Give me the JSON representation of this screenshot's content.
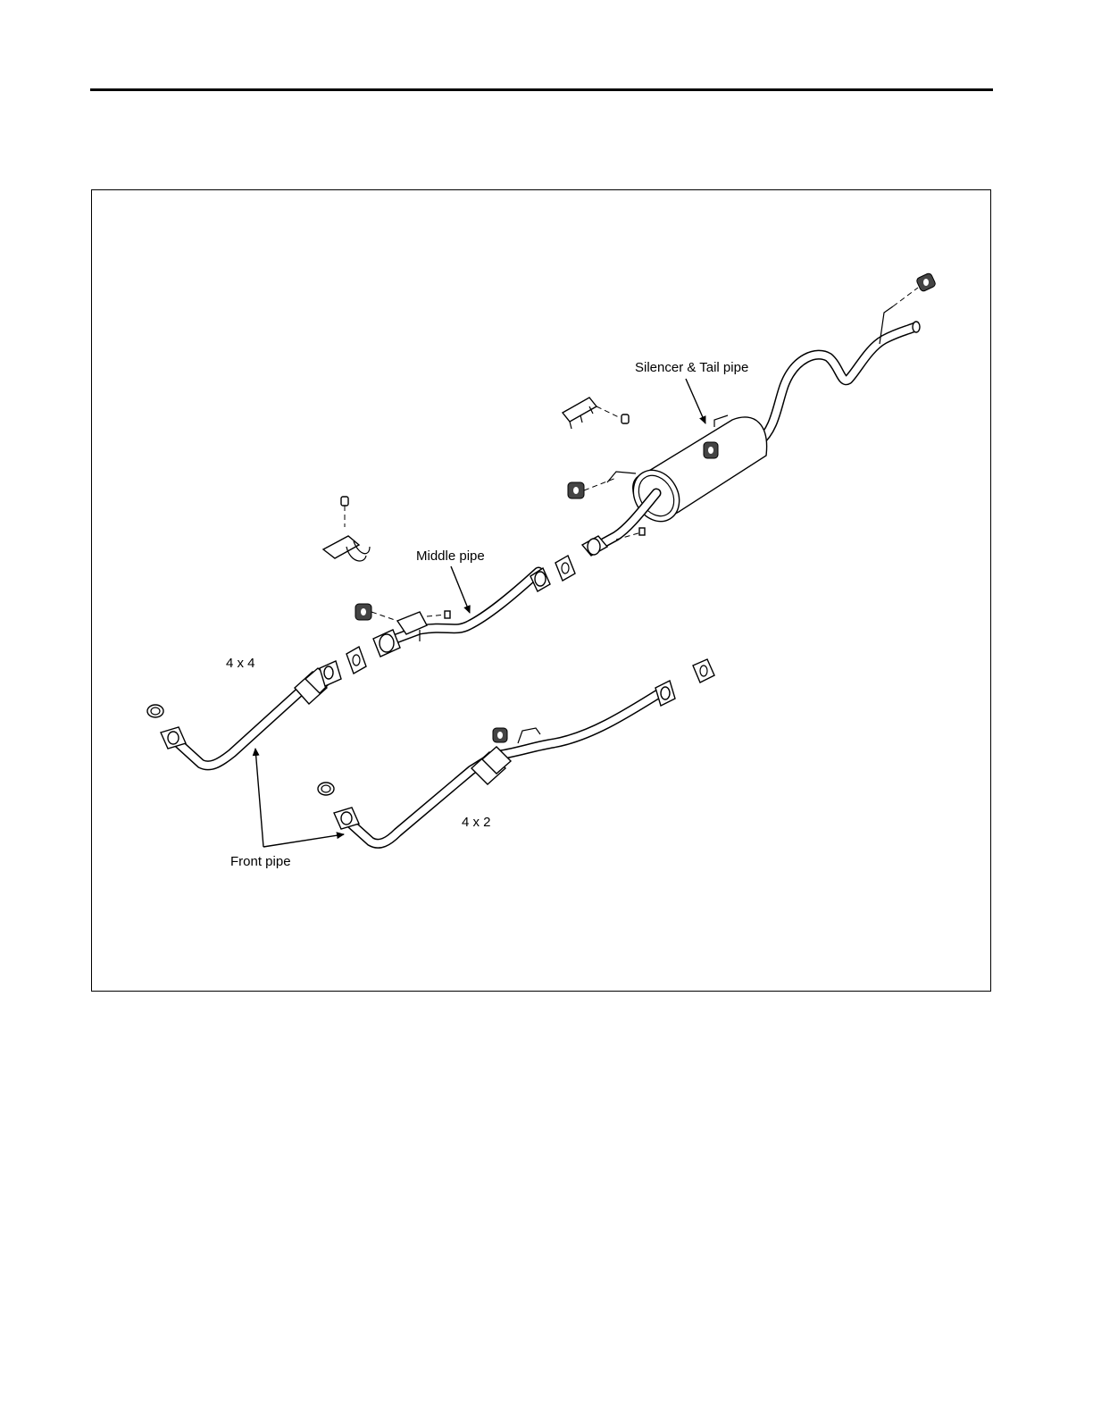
{
  "diagram": {
    "labels": {
      "silencer_tail_pipe": "Silencer & Tail pipe",
      "middle_pipe": "Middle pipe",
      "variant_4x4": "4 x 4",
      "variant_4x2": "4 x 2",
      "front_pipe": "Front pipe"
    }
  }
}
